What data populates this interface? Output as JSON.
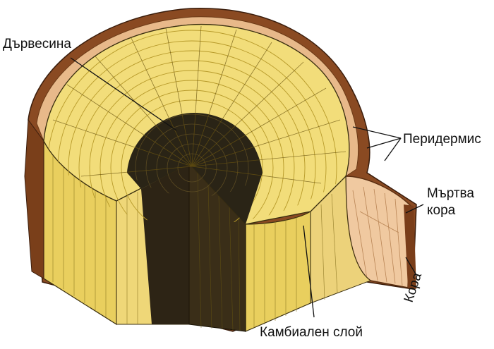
{
  "diagram": {
    "labels": {
      "wood": "Дървесина",
      "periderm": "Перидермис",
      "dead_bark_line1": "Мъртва",
      "dead_bark_line2": "кора",
      "bark": "Кора",
      "cambium": "Камбиален слой"
    },
    "colors": {
      "sapwood": "#f2dd7a",
      "sapwood_face": "#e9cf5e",
      "heartwood": "#2a2416",
      "bark_outer": "#8a4a22",
      "bark_light": "#e8b98a",
      "inner_bark": "#f0c9a0",
      "ink": "#1a1a1a"
    }
  }
}
